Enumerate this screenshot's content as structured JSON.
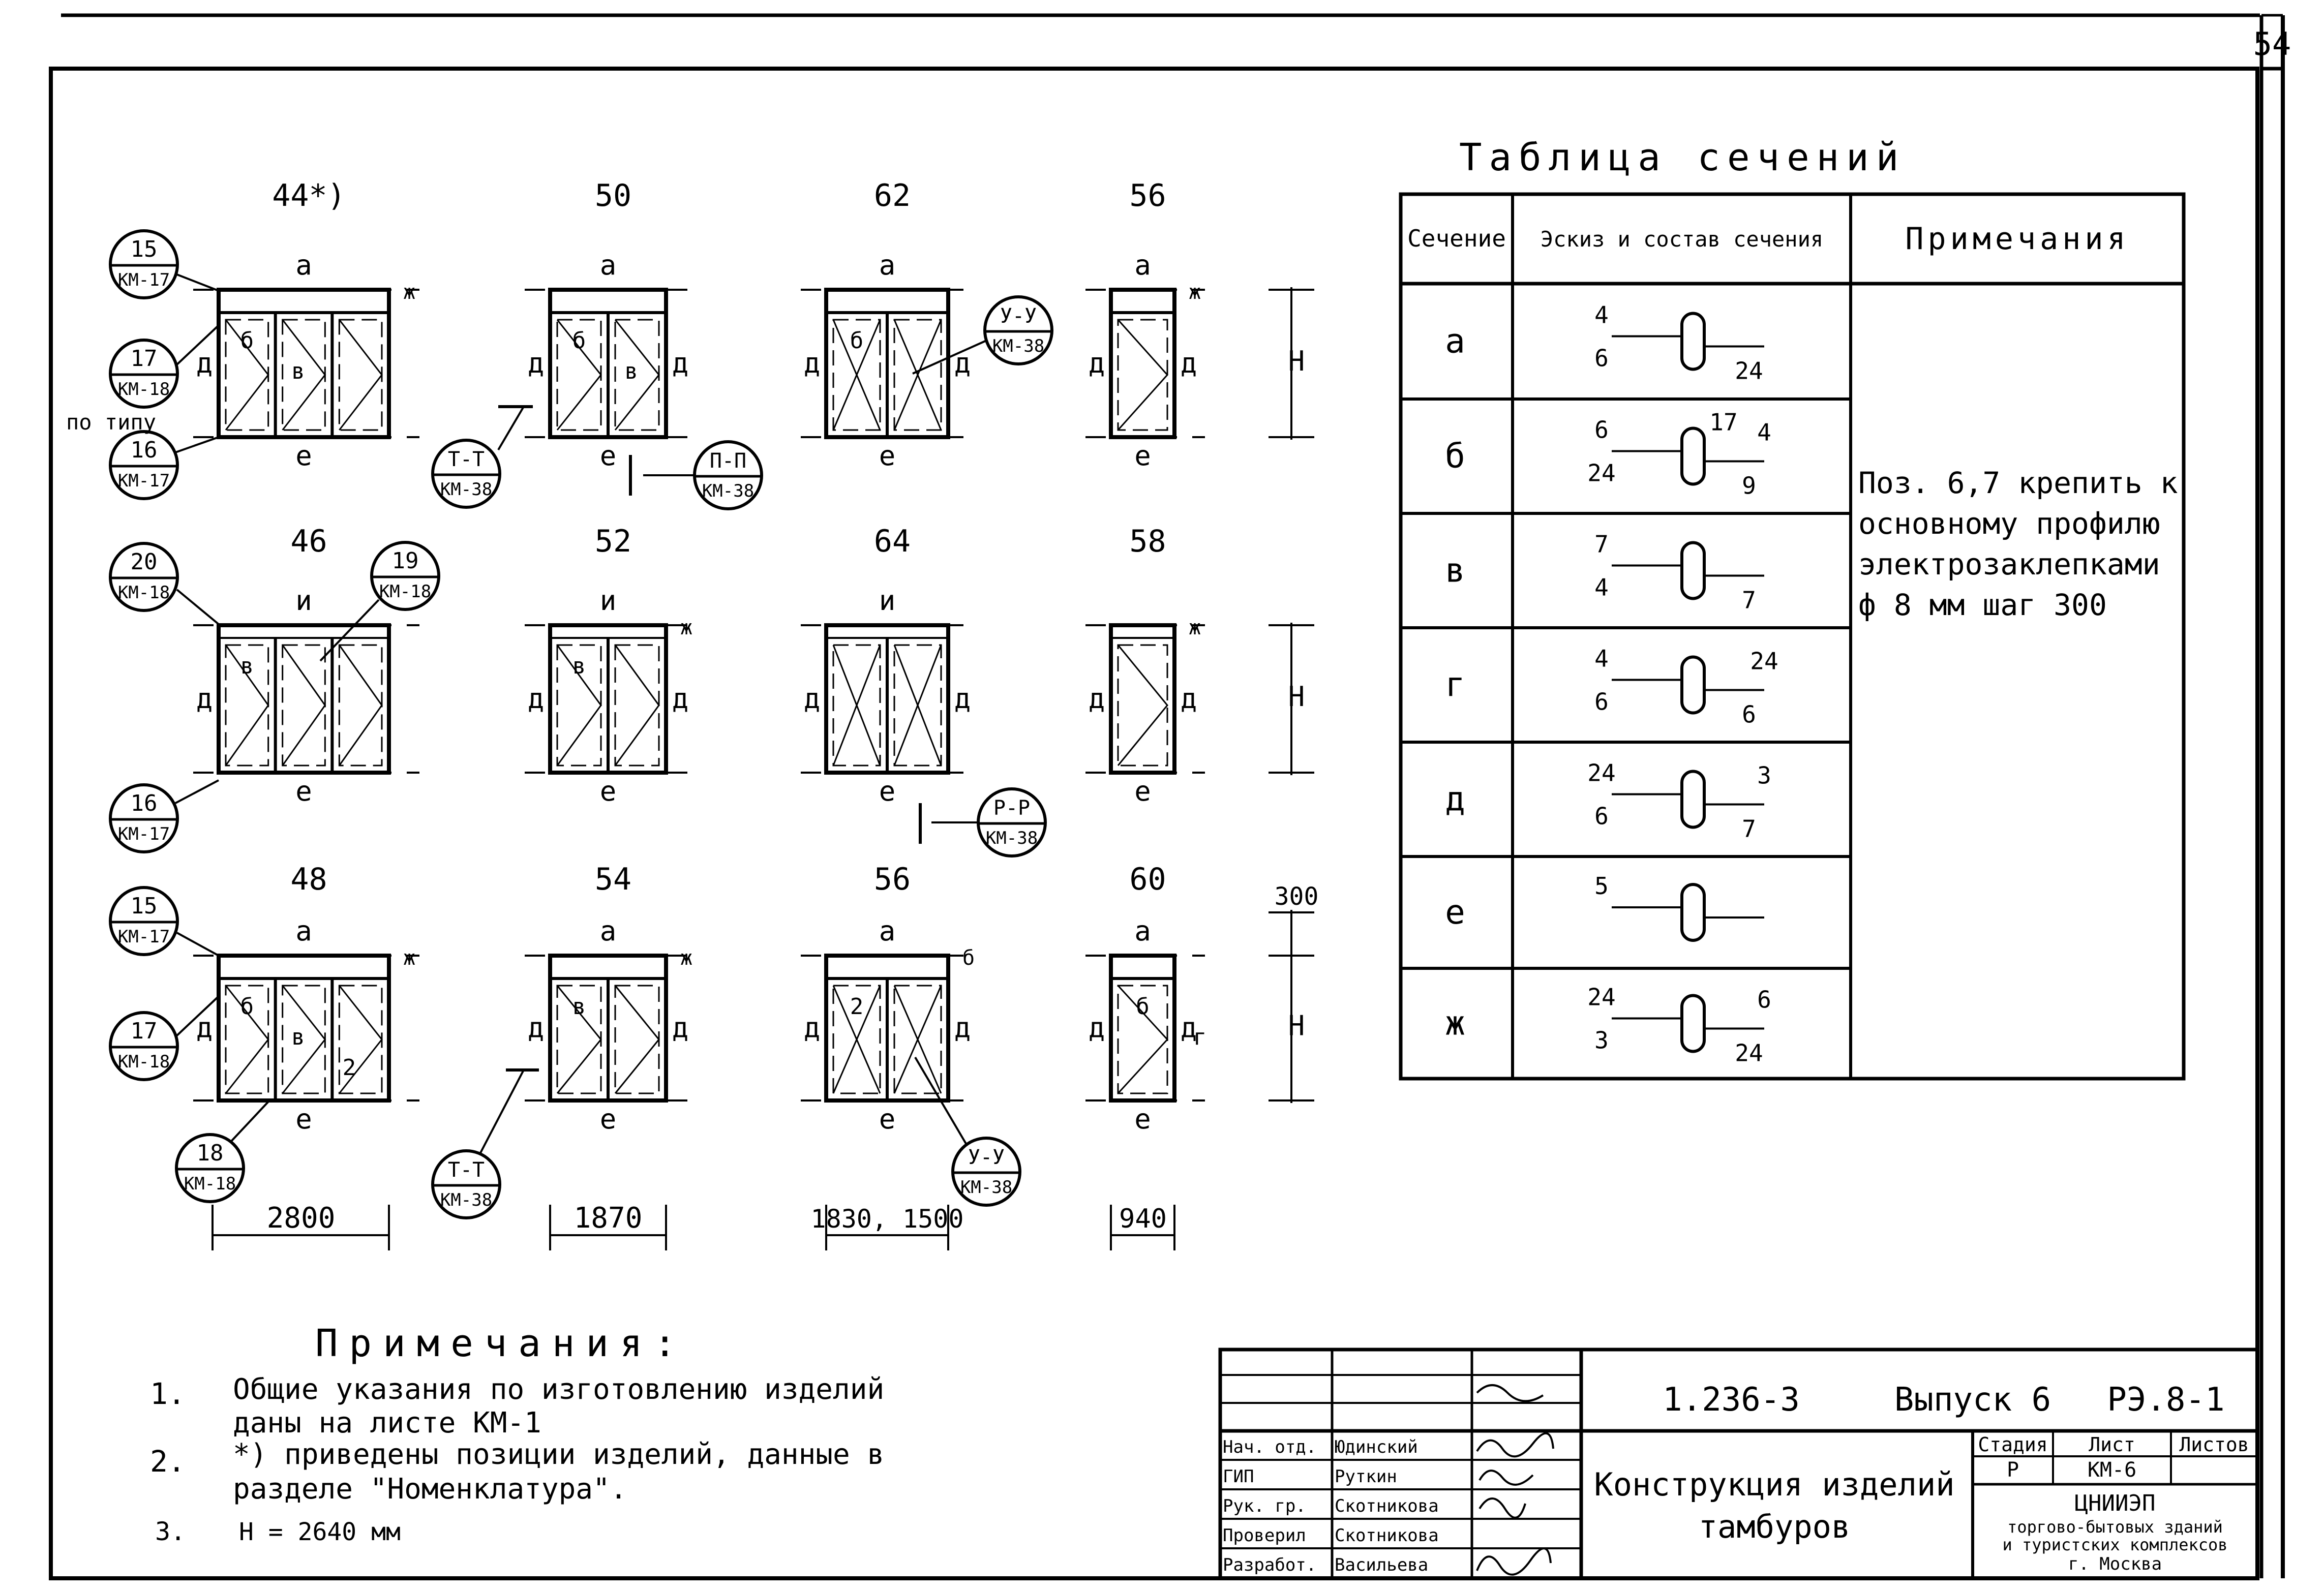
{
  "sheet_number": "54",
  "rows": [
    {
      "dim_label": "Н",
      "cells": [
        {
          "mark": "44*)",
          "top_label": "а",
          "side_label": "д",
          "bottom_label": "е",
          "right_label": "ж",
          "panels": 3,
          "transom": true,
          "inner_labels": [
            "б",
            "в"
          ]
        },
        {
          "mark": "50",
          "top_label": "а",
          "side_label": "д",
          "bottom_label": "е",
          "right_label": "",
          "panels": 2,
          "transom": true,
          "inner_labels": [
            "б",
            "в"
          ]
        },
        {
          "mark": "62",
          "top_label": "а",
          "side_label": "д",
          "bottom_label": "е",
          "right_label": "",
          "panels": 2,
          "transom": true,
          "inner_labels": [
            "б"
          ]
        },
        {
          "mark": "56",
          "top_label": "а",
          "side_label": "д",
          "bottom_label": "е",
          "right_label": "ж",
          "panels": 1,
          "transom": true,
          "inner_labels": []
        }
      ]
    },
    {
      "dim_label": "Н",
      "cells": [
        {
          "mark": "46",
          "top_label": "и",
          "side_label": "д",
          "bottom_label": "е",
          "right_label": "",
          "panels": 3,
          "transom": false,
          "inner_labels": [
            "в"
          ]
        },
        {
          "mark": "52",
          "top_label": "и",
          "side_label": "д",
          "bottom_label": "е",
          "right_label": "ж",
          "panels": 2,
          "transom": false,
          "inner_labels": [
            "в"
          ]
        },
        {
          "mark": "64",
          "top_label": "и",
          "side_label": "д",
          "bottom_label": "е",
          "right_label": "",
          "panels": 2,
          "transom": false,
          "inner_labels": []
        },
        {
          "mark": "58",
          "top_label": "",
          "side_label": "д",
          "bottom_label": "е",
          "right_label": "ж",
          "panels": 1,
          "transom": false,
          "inner_labels": []
        }
      ]
    },
    {
      "dim_label": "Н",
      "dim_label_top": "300",
      "cells": [
        {
          "mark": "48",
          "top_label": "а",
          "side_label": "д",
          "bottom_label": "е",
          "right_label": "ж",
          "panels": 3,
          "transom": true,
          "inner_labels": [
            "б",
            "в",
            "2"
          ]
        },
        {
          "mark": "54",
          "top_label": "а",
          "side_label": "д",
          "bottom_label": "е",
          "right_label": "ж",
          "panels": 2,
          "transom": true,
          "inner_labels": [
            "в"
          ]
        },
        {
          "mark": "56",
          "top_label": "а",
          "side_label": "д",
          "bottom_label": "е",
          "right_label": "б",
          "panels": 2,
          "transom": true,
          "inner_labels": [
            "2"
          ]
        },
        {
          "mark": "60",
          "top_label": "а",
          "side_label": "д",
          "bottom_label": "е",
          "right_label": "",
          "panels": 1,
          "transom": true,
          "inner_labels": [
            "б",
            "г"
          ]
        }
      ]
    }
  ],
  "widths": [
    "2800",
    "1870",
    "1830, 1500",
    "940"
  ],
  "callouts": [
    {
      "top": "15",
      "bottom": "КМ-17"
    },
    {
      "top": "17",
      "bottom": "КМ-18"
    },
    {
      "top": "16",
      "bottom": "КМ-17"
    },
    {
      "top": "Т-Т",
      "bottom": "КМ-38"
    },
    {
      "top": "П-П",
      "bottom": "КМ-38"
    },
    {
      "top": "У-У",
      "bottom": "КМ-38"
    },
    {
      "top": "20",
      "bottom": "КМ-18"
    },
    {
      "top": "19",
      "bottom": "КМ-18"
    },
    {
      "top": "16",
      "bottom": "КМ-17"
    },
    {
      "top": "Р-Р",
      "bottom": "КМ-38"
    },
    {
      "top": "15",
      "bottom": "КМ-17"
    },
    {
      "top": "17",
      "bottom": "КМ-18"
    },
    {
      "top": "18",
      "bottom": "КМ-18"
    },
    {
      "top": "Т-Т",
      "bottom": "КМ-38"
    },
    {
      "top": "У-У",
      "bottom": "КМ-38"
    }
  ],
  "po_tipu": "по типу",
  "table": {
    "title": "Таблица сечений",
    "headers": [
      "Сечение",
      "Эскиз и состав сечения",
      "Примечания"
    ],
    "rows": [
      {
        "section": "а",
        "parts": [
          "4",
          "6",
          "24"
        ]
      },
      {
        "section": "б",
        "parts": [
          "6",
          "24",
          "9",
          "4",
          "17"
        ]
      },
      {
        "section": "в",
        "parts": [
          "7",
          "4",
          "7"
        ]
      },
      {
        "section": "г",
        "parts": [
          "4",
          "6",
          "6",
          "24"
        ]
      },
      {
        "section": "д",
        "parts": [
          "24",
          "6",
          "7",
          "3"
        ]
      },
      {
        "section": "е",
        "parts": [
          "5"
        ]
      },
      {
        "section": "ж",
        "parts": [
          "24",
          "3",
          "24",
          "6"
        ]
      }
    ],
    "note": [
      "Поз. 6,7 крепить к",
      "основному профилю",
      "электрозаклепками",
      "ф 8 мм   шаг 300"
    ]
  },
  "notes": {
    "title": "Примечания:",
    "items": [
      {
        "num": "1.",
        "lines": [
          "Общие указания по изготовлению изделий",
          "даны на листе КМ-1"
        ]
      },
      {
        "num": "2.",
        "lines": [
          "*) приведены позиции изделий, данные в",
          "разделе \"Номенклатура\"."
        ]
      },
      {
        "num": "3.",
        "lines": [
          "Н = 2640 мм"
        ]
      }
    ]
  },
  "title_block": {
    "code": "1.236-3",
    "issue": "Выпуск 6",
    "sheet_code": "РЭ.8-1",
    "title_lines": [
      "Конструкция изделий",
      "тамбуров"
    ],
    "stage_headers": [
      "Стадия",
      "Лист",
      "Листов"
    ],
    "stage_values": [
      "Р",
      "КМ-6",
      ""
    ],
    "org_lines": [
      "ЦНИИЭП",
      "торгово-бытовых зданий",
      "и туристских комплексов",
      "г. Москва"
    ],
    "staff": [
      {
        "role": "Нач. отд.",
        "name": "Юдинский"
      },
      {
        "role": "ГИП",
        "name": "Руткин"
      },
      {
        "role": "Рук. гр.",
        "name": "Скотникова"
      },
      {
        "role": "Проверил",
        "name": "Скотникова"
      },
      {
        "role": "Разработ.",
        "name": "Васильева"
      }
    ]
  }
}
